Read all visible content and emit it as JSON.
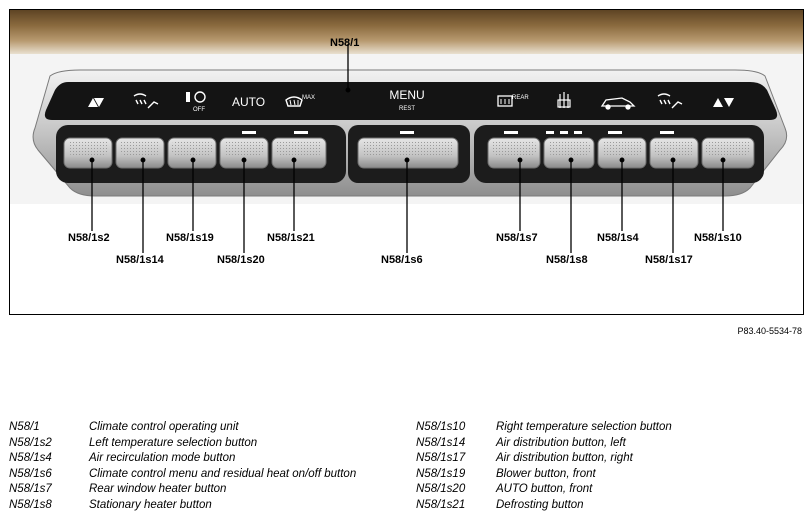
{
  "figure": {
    "unit_label": "N58/1",
    "display": {
      "auto": "AUTO",
      "max": "MAX",
      "menu": "MENU",
      "rest": "REST",
      "rear": "REAR",
      "off": "OFF"
    },
    "callouts": {
      "s2": "N58/1s2",
      "s14": "N58/1s14",
      "s19": "N58/1s19",
      "s20": "N58/1s20",
      "s21": "N58/1s21",
      "s6": "N58/1s6",
      "s7": "N58/1s7",
      "s8": "N58/1s8",
      "s4": "N58/1s4",
      "s17": "N58/1s17",
      "s10": "N58/1s10"
    }
  },
  "part_number": "P83.40-5534-78",
  "legend": {
    "left": [
      {
        "code": "N58/1",
        "desc": "Climate control operating unit"
      },
      {
        "code": "N58/1s2",
        "desc": "Left temperature selection button"
      },
      {
        "code": "N58/1s4",
        "desc": "Air recirculation mode button"
      },
      {
        "code": "N58/1s6",
        "desc": "Climate control menu and residual heat on/off button"
      },
      {
        "code": "N58/1s7",
        "desc": "Rear window heater button"
      },
      {
        "code": "N58/1s8",
        "desc": "Stationary heater button"
      }
    ],
    "right": [
      {
        "code": "N58/1s10",
        "desc": "Right temperature selection button"
      },
      {
        "code": "N58/1s14",
        "desc": "Air distribution button, left"
      },
      {
        "code": "N58/1s17",
        "desc": "Air distribution button, right"
      },
      {
        "code": "N58/1s19",
        "desc": "Blower button, front"
      },
      {
        "code": "N58/1s20",
        "desc": "AUTO button, front"
      },
      {
        "code": "N58/1s21",
        "desc": "Defrosting button"
      }
    ]
  },
  "colors": {
    "wood": "#8a6a3e",
    "bezel": "#bdbdbd",
    "panel": "#161616",
    "button": "#c8c8c8",
    "indicator": "#ffffff"
  },
  "icons": [
    "temp-up-down-icon",
    "defrost-airflow-icon",
    "blower-fan-icon",
    "defrost-max-icon",
    "rear-window-heater-icon",
    "stationary-heater-icon",
    "recirculation-car-icon",
    "airflow-right-icon",
    "temp-up-down-right-icon"
  ]
}
